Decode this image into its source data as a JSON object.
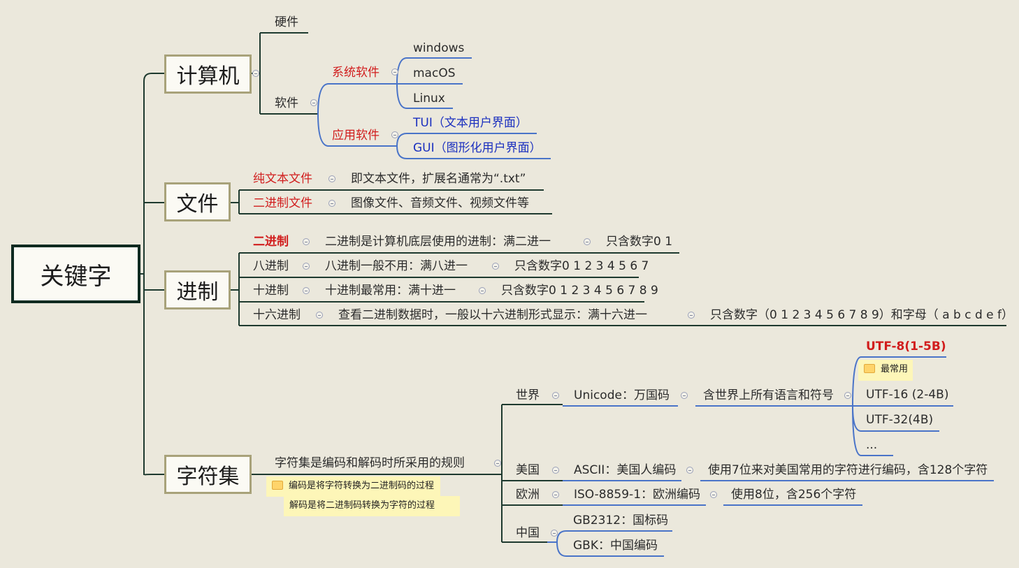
{
  "colors": {
    "dark_line": "#1e3a2f",
    "blue_line": "#4a74c8",
    "red_text": "#d11d1d",
    "blue_text": "#1a2fbf",
    "note_bg": "#fdf6b8"
  },
  "root": "关键字",
  "computer": {
    "title": "计算机",
    "hardware": "硬件",
    "software": "软件",
    "system_software": "系统软件",
    "systems": [
      "windows",
      "macOS",
      "Linux"
    ],
    "app_software": "应用软件",
    "apps": [
      "TUI（文本用户界面）",
      "GUI（图形化用户界面）"
    ]
  },
  "file": {
    "title": "文件",
    "plain_label": "纯文本文件",
    "plain_desc": "即文本文件，扩展名通常为“.txt”",
    "binary_label": "二进制文件",
    "binary_desc": "图像文件、音频文件、视频文件等"
  },
  "base": {
    "title": "进制",
    "rows": [
      {
        "name": "二进制",
        "desc": "二进制是计算机底层使用的进制：满二进一",
        "digits": "只含数字0 1"
      },
      {
        "name": "八进制",
        "desc": "八进制一般不用：满八进一",
        "digits": "只含数字0 1 2 3 4 5 6 7"
      },
      {
        "name": "十进制",
        "desc": "十进制最常用：满十进一",
        "digits": "只含数字0 1 2 3 4 5 6 7 8 9"
      },
      {
        "name": "十六进制",
        "desc": "查看二进制数据时，一般以十六进制形式显示：满十六进一",
        "digits": "只含数字（0 1 2 3 4 5 6 7 8 9）和字母（ a b c d e f）"
      }
    ]
  },
  "charset": {
    "title": "字符集",
    "definition": "字符集是编码和解码时所采用的规则",
    "note_encode": "编码是将字符转换为二进制码的过程",
    "note_decode": "解码是将二进制码转换为字符的过程",
    "world": "世界",
    "unicode": "Unicode：万国码",
    "unicode_desc": "含世界上所有语言和符号",
    "utf8": "UTF-8(1-5B)",
    "utf8_note": "最常用",
    "utf16": "UTF-16 (2-4B)",
    "utf32": "UTF-32(4B)",
    "ellipsis": "...",
    "usa": "美国",
    "ascii": "ASCII：美国人编码",
    "ascii_desc": "使用7位来对美国常用的字符进行编码，含128个字符",
    "europe": "欧洲",
    "iso": "ISO-8859-1：欧洲编码",
    "iso_desc": "使用8位，含256个字符",
    "china": "中国",
    "gb2312": "GB2312：国标码",
    "gbk": "GBK：中国编码"
  }
}
